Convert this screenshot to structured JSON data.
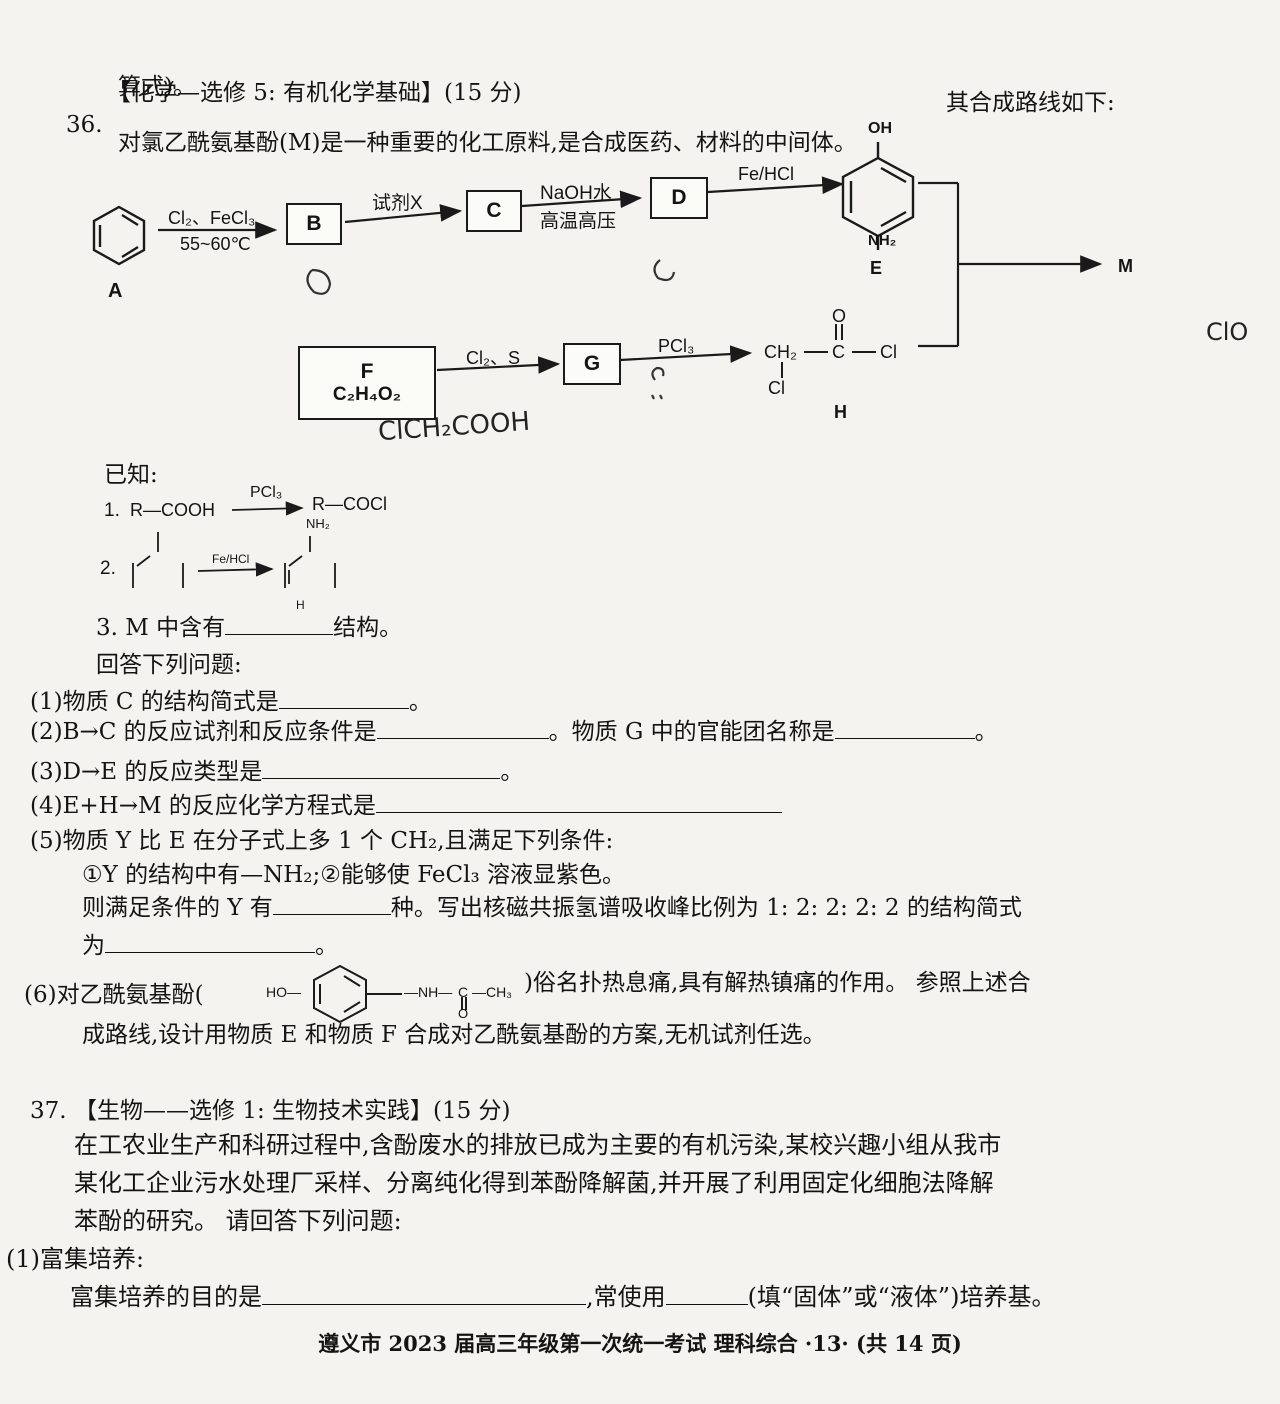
{
  "header_prev_fragment": "算式)。",
  "q36": {
    "number": "36.",
    "title": "【化学—选修 5: 有机化学基础】(15 分)",
    "intro_tail": "其合成路线如下:",
    "intro": "对氯乙酰氨基酚(M)是一种重要的化工原料,是合成医药、材料的中间体。",
    "scheme": {
      "A": "A",
      "B": "B",
      "C": "C",
      "D": "D",
      "E": "E",
      "F_name": "F",
      "F_formula": "C₂H₄O₂",
      "G": "G",
      "H": "H",
      "M": "M",
      "step1_top": "Cl₂、FeCl₃",
      "step1_bottom": "55~60℃",
      "step2_top": "试剂X",
      "step3_top": "NaOH水",
      "step3_bottom": "高温高压",
      "step4_top": "Fe/HCl",
      "step5_top": "Cl₂、S",
      "step6_top": "PCl₃",
      "E_oh": "OH",
      "E_nh2": "NH₂",
      "H_o": "O",
      "H_ch2": "CH₂",
      "H_c": "C",
      "H_cl1": "Cl",
      "H_cl2": "Cl"
    },
    "known": {
      "heading": "已知:",
      "item1_num": "1.",
      "item1_left": "R—COOH",
      "item1_reagent": "PCl₃",
      "item1_right": "R—COCl",
      "item2_num": "2.",
      "item2_reagent": "Fe/HCl",
      "item2_nh2": "NH₂",
      "item3_prefix": "3. M 中含有",
      "item3_suffix": "结构。",
      "item3_h": "H"
    },
    "answer_intro": "回答下列问题:",
    "p1": "(1)物质 C 的结构简式是",
    "p2a": "(2)B→C 的反应试剂和反应条件是",
    "p2b": "。物质 G 中的官能团名称是",
    "p3": "(3)D→E 的反应类型是",
    "p4": "(4)E+H→M 的反应化学方程式是",
    "p5": "(5)物质 Y 比 E 在分子式上多 1 个 CH₂,且满足下列条件:",
    "p5_cond": "①Y 的结构中有—NH₂;②能够使 FeCl₃ 溶液显紫色。",
    "p5_q_a": "则满足条件的 Y 有",
    "p5_q_b": "种。写出核磁共振氢谱吸收峰比例为 1: 2: 2: 2: 2 的结构简式",
    "p5_q_c": "为",
    "p6_a": "(6)对乙酰氨基酚(",
    "p6_ho": "HO—",
    "p6_nh": "—NH—",
    "p6_c": "C",
    "p6_ch3": "—CH₃",
    "p6_o": "O",
    "p6_b": ")俗名扑热息痛,具有解热镇痛的作用。 参照上述合",
    "p6_c_line": "成路线,设计用物质 E 和物质 F 合成对乙酰氨基酚的方案,无机试剂任选。"
  },
  "q37": {
    "number": "37.",
    "title": "【生物——选修 1: 生物技术实践】(15 分)",
    "line1": "在工农业生产和科研过程中,含酚废水的排放已成为主要的有机污染,某校兴趣小组从我市",
    "line2": "某化工企业污水处理厂采样、分离纯化得到苯酚降解菌,并开展了利用固定化细胞法降解",
    "line3": "苯酚的研究。 请回答下列问题:",
    "p1_head": "(1)富集培养:",
    "p1_a": "富集培养的目的是",
    "p1_b": ",常使用",
    "p1_c": "(填“固体”或“液体”)培养基。"
  },
  "handwriting": {
    "near_F": "ClCH₂COOH",
    "right_margin": "ClO"
  },
  "footer": "遵义市 2023 届高三年级第一次统一考试    理科综合 ·13· (共 14 页)"
}
